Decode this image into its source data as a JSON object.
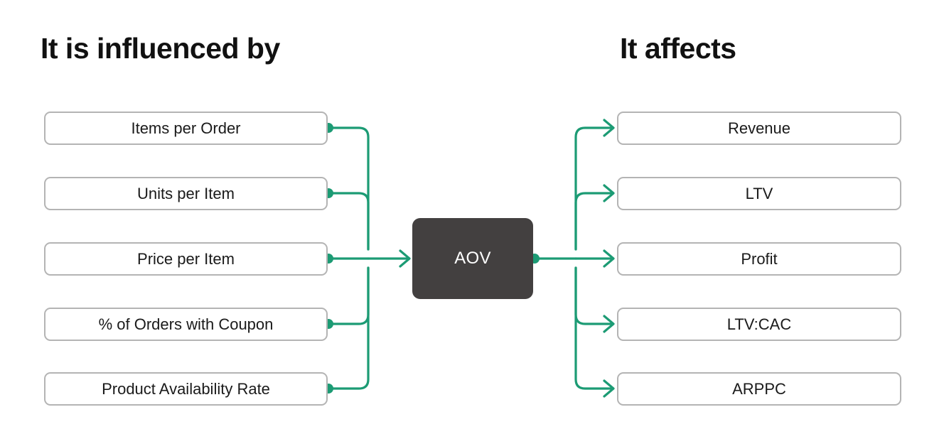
{
  "headings": {
    "left": "It is influenced by",
    "right": "It affects"
  },
  "center_node": {
    "label": "AOV",
    "fill_color": "#434040",
    "text_color": "#ffffff"
  },
  "inputs": [
    {
      "label": "Items per Order"
    },
    {
      "label": "Units per Item"
    },
    {
      "label": "Price per Item"
    },
    {
      "label": "% of Orders with Coupon"
    },
    {
      "label": "Product Availability Rate"
    }
  ],
  "outputs": [
    {
      "label": "Revenue"
    },
    {
      "label": "LTV"
    },
    {
      "label": "Profit"
    },
    {
      "label": "LTV:CAC"
    },
    {
      "label": "ARPPC"
    }
  ],
  "style": {
    "connector_color": "#1c9b74",
    "node_border_color": "#b4b4b4",
    "node_fill_color": "#ffffff",
    "node_text_color": "#1a1a1a",
    "heading_text_color": "#111111",
    "background_color": "#ffffff"
  }
}
